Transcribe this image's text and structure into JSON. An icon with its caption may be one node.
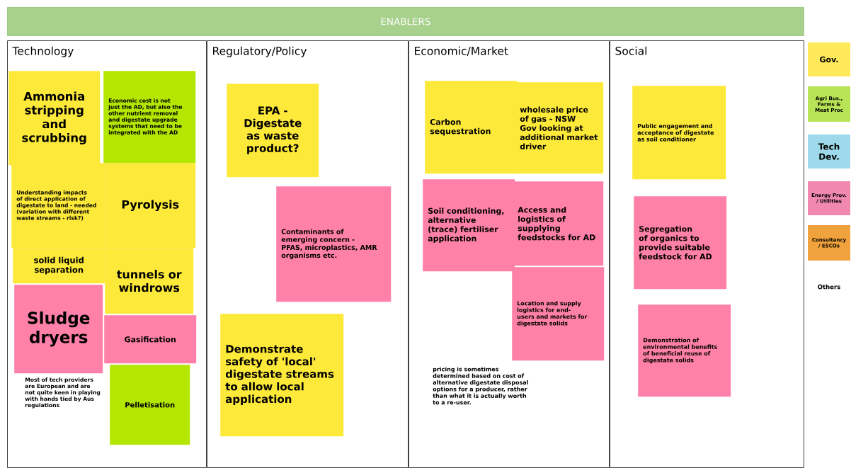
{
  "diagram": {
    "nodes": [
      {
        "text": [
          "ENABLERS"
        ]
      },
      {
        "text": [
          "Technology"
        ]
      },
      {
        "text": [
          "Regulatory/Policy"
        ]
      },
      {
        "text": [
          "Economic/Market"
        ]
      },
      {
        "text": [
          "Social"
        ]
      },
      {
        "text": [
          "Ammonia stripping and scrubbing"
        ],
        "in": 1
      },
      {
        "text": [
          "Economic cost is not just the AD, but also the other nutrient removal and digestate upgrade systems that need to be integrated with the AD"
        ],
        "in": 1
      },
      {
        "text": [
          "Understanding impacts of direct application of digestate to land - needed (variation with different waste streams - risk?)"
        ],
        "in": 1
      },
      {
        "text": [
          "Pyrolysis"
        ],
        "in": 1
      },
      {
        "text": [
          "solid liquid separation"
        ],
        "in": 1
      },
      {
        "text": [
          "tunnels or windrows"
        ],
        "in": 1
      },
      {
        "text": [
          "Sludge dryers"
        ],
        "in": 1
      },
      {
        "text": [
          "Gasification"
        ],
        "in": 1
      },
      {
        "text": [
          "Pelletisation"
        ],
        "in": 1
      },
      {
        "text": [
          "EPA - Digestate as waste product?"
        ],
        "in": 2
      },
      {
        "text": [
          "Contaminants of emerging concern - PFAS, microplastics, AMR organisms etc."
        ],
        "in": 2
      },
      {
        "text": [
          "Demonstrate safety of 'local' digestate streams to allow local application"
        ],
        "in": 2
      },
      {
        "text": [
          "Carbon sequestration"
        ],
        "in": 3
      },
      {
        "text": [
          "wholesale price of gas - NSW Gov looking at additional market driver"
        ],
        "in": 3
      },
      {
        "text": [
          "Soil conditioning, alternative (trace) fertiliser application"
        ],
        "in": 3
      },
      {
        "text": [
          "Access and logistics of supplying feedstocks for AD"
        ],
        "in": 3
      },
      {
        "text": [
          "Location and supply logistics for end-users and markets for digestate solids"
        ],
        "in": 3
      },
      {
        "text": [
          "Public engagement and acceptance of digestate as soil conditioner"
        ],
        "in": 4
      },
      {
        "text": [
          "Segregation of organics to provide suitable feedstock for AD"
        ],
        "in": 4
      },
      {
        "text": [
          "Demonstration of environmental benefits of beneficial reuse of digestate solids"
        ],
        "in": 4
      }
    ],
    "labels": [
      "Most of tech providers are European and are not quite keen in playing with hands tied by Aus regulations",
      "pricing is sometimes determined based on cost of alternative digestate disposal options for a producer, rather than what it is actually worth to a re-user."
    ],
    "legend": [
      {
        "text": "Gov.",
        "color": "#fde95a"
      },
      {
        "text": "Agri Bus., Farms & Meat Proc",
        "color": "#b8e356"
      },
      {
        "text": "Tech Dev.",
        "color": "#9dd9ea"
      },
      {
        "text": "Energy Prov. / Utilities",
        "color": "#f088b0"
      },
      {
        "text": "Consultancy / ESCOs",
        "color": "#f0a23c"
      },
      {
        "text": "Others"
      }
    ]
  }
}
